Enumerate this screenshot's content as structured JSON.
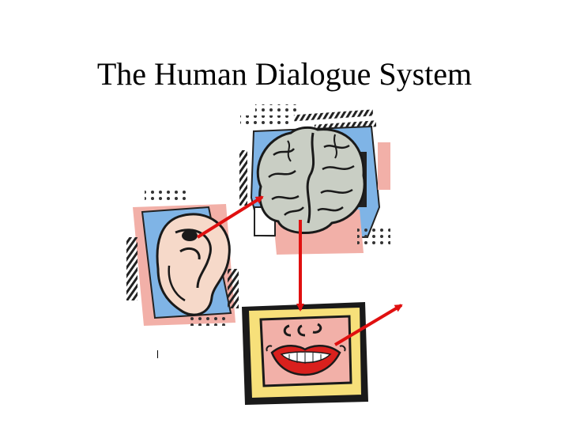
{
  "slide": {
    "title": "The Human Dialogue System"
  },
  "diagram": {
    "nodes": [
      {
        "id": "ear",
        "icon": "ear-icon"
      },
      {
        "id": "brain",
        "icon": "brain-icon"
      },
      {
        "id": "mouth",
        "icon": "mouth-icon"
      }
    ],
    "edges": [
      {
        "from": "ear",
        "to": "brain"
      },
      {
        "from": "brain",
        "to": "mouth"
      },
      {
        "from": "mouth",
        "to": "outside"
      }
    ],
    "colors": {
      "arrow": "#e01010",
      "brain_fill": "#c9cec4",
      "ear_fill": "#f6d9c9",
      "panel_blue": "#7fb4e6",
      "panel_pink": "#f2b0a8",
      "frame_yellow": "#f7e07a",
      "lips_red": "#d9201d"
    }
  }
}
